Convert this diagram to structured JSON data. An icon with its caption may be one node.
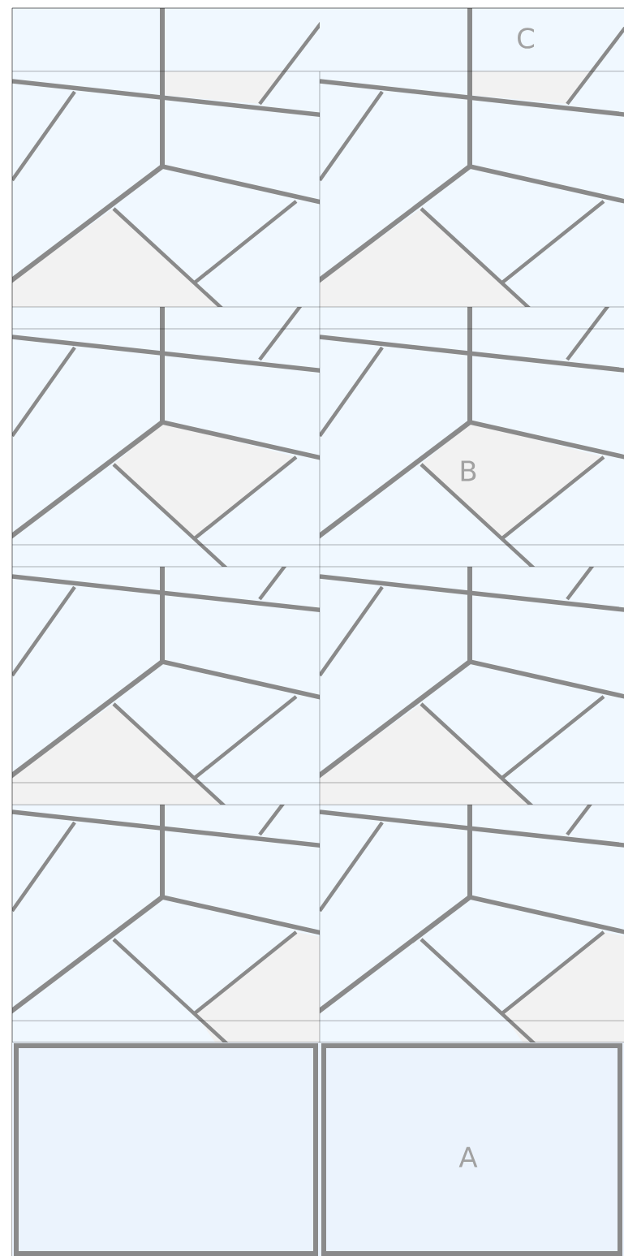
{
  "diagram": {
    "labels": [
      "C",
      "B",
      "A"
    ]
  }
}
